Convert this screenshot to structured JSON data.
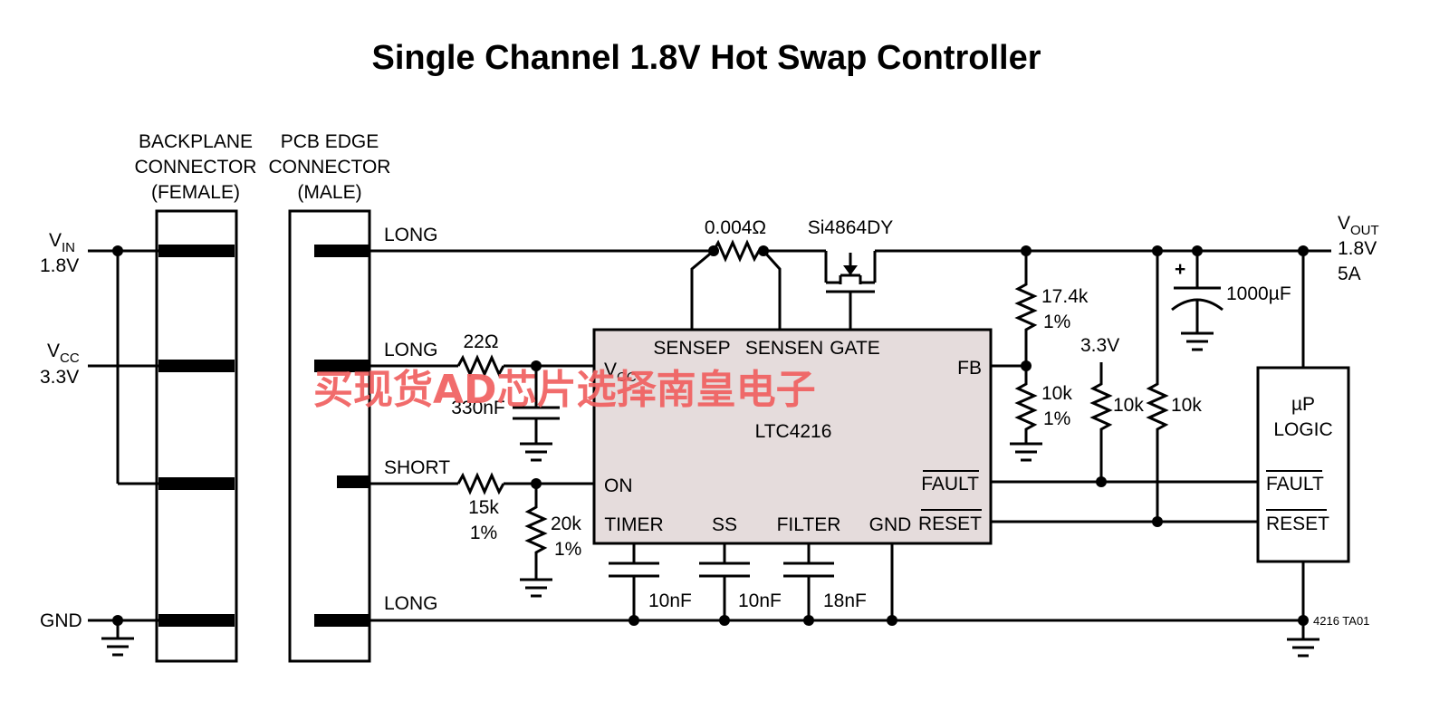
{
  "title": "Single Channel 1.8V Hot Swap Controller",
  "connectors": {
    "backplane": [
      "BACKPLANE",
      "CONNECTOR",
      "(FEMALE)"
    ],
    "pcb_edge": [
      "PCB EDGE",
      "CONNECTOR",
      "(MALE)"
    ]
  },
  "inputs": {
    "vin_main": "V",
    "vin_sub": "IN",
    "vin_value": "1.8V",
    "vcc_main": "V",
    "vcc_sub": "CC",
    "vcc_value": "3.3V",
    "gnd": "GND"
  },
  "pins": {
    "long_1": "LONG",
    "long_2": "LONG",
    "short": "SHORT",
    "long_3": "LONG"
  },
  "components": {
    "sense_resistor": "0.004Ω",
    "mosfet": "Si4864DY",
    "r_vcc": "22Ω",
    "c_vcc": "330nF",
    "r_on_value": "15k",
    "r_on_tol": "1%",
    "r_on_gnd_value": "20k",
    "r_on_gnd_tol": "1%",
    "c_timer": "10nF",
    "c_ss": "10nF",
    "c_filter": "18nF",
    "r_fb_top_value": "17.4k",
    "r_fb_top_tol": "1%",
    "r_fb_bot_value": "10k",
    "r_fb_bot_tol": "1%",
    "pullup_supply": "3.3V",
    "r_pullup_1": "10k",
    "r_pullup_2": "10k",
    "c_out": "1000µF",
    "c_out_polarity": "+"
  },
  "ic": {
    "name": "LTC4216",
    "sensep": "SENSEP",
    "sensen": "SENSEN",
    "gate": "GATE",
    "vcc_main": "V",
    "vcc_sub": "CC",
    "fb": "FB",
    "on": "ON",
    "fault": "FAULT",
    "reset": "RESET",
    "timer": "TIMER",
    "ss": "SS",
    "filter": "FILTER",
    "gnd": "GND"
  },
  "output": {
    "vout_main": "V",
    "vout_sub": "OUT",
    "voltage": "1.8V",
    "current": "5A"
  },
  "logic": {
    "line1": "µP",
    "line2": "LOGIC",
    "fault": "FAULT",
    "reset": "RESET"
  },
  "figure_id": "4216 TA01",
  "watermark": "买现货AD芯片选择南皇电子",
  "colors": {
    "ic_fill": "#e5dcdc",
    "watermark": "#f06060"
  }
}
